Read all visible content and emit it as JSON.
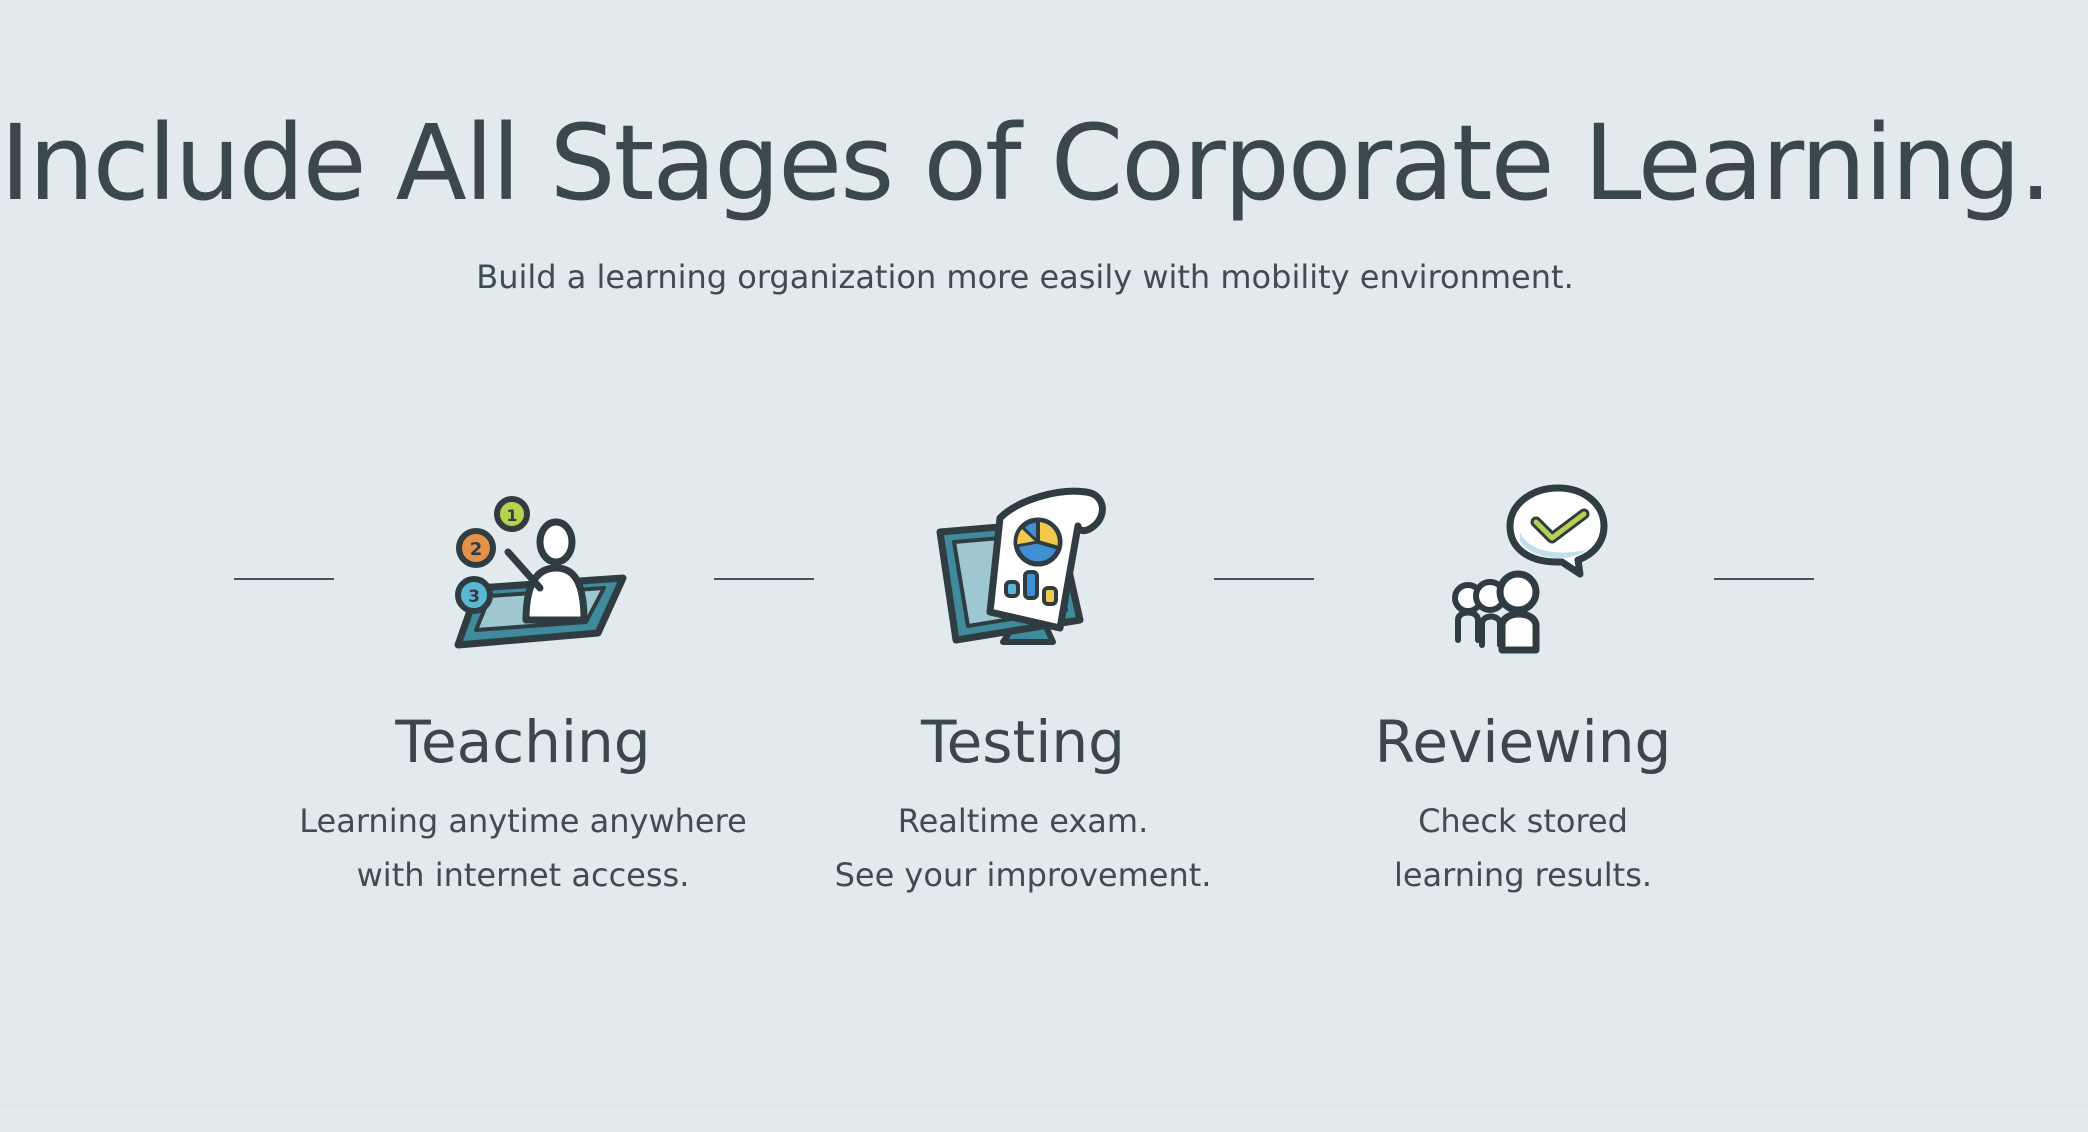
{
  "section": {
    "headline": "Include All Stages of Corporate Learning.",
    "subline": "Build a learning organization more easily with mobility environment."
  },
  "stages": [
    {
      "icon": "teacher-presenting-icon",
      "title": "Teaching",
      "desc_line1": "Learning anytime anywhere",
      "desc_line2": "with internet access."
    },
    {
      "icon": "monitor-report-icon",
      "title": "Testing",
      "desc_line1": "Realtime exam.",
      "desc_line2": "See your improvement."
    },
    {
      "icon": "group-checkmark-bubble-icon",
      "title": "Reviewing",
      "desc_line1": "Check stored",
      "desc_line2": "learning results."
    }
  ],
  "colors": {
    "background": "#e2eaee",
    "text": "#3a474d",
    "icon_teal": "#3f8a9c",
    "icon_orange": "#e2924a",
    "icon_green": "#b6d24e",
    "icon_blue": "#3f8fd3",
    "icon_yellow": "#f2c94c",
    "outline": "#2f3d42"
  }
}
